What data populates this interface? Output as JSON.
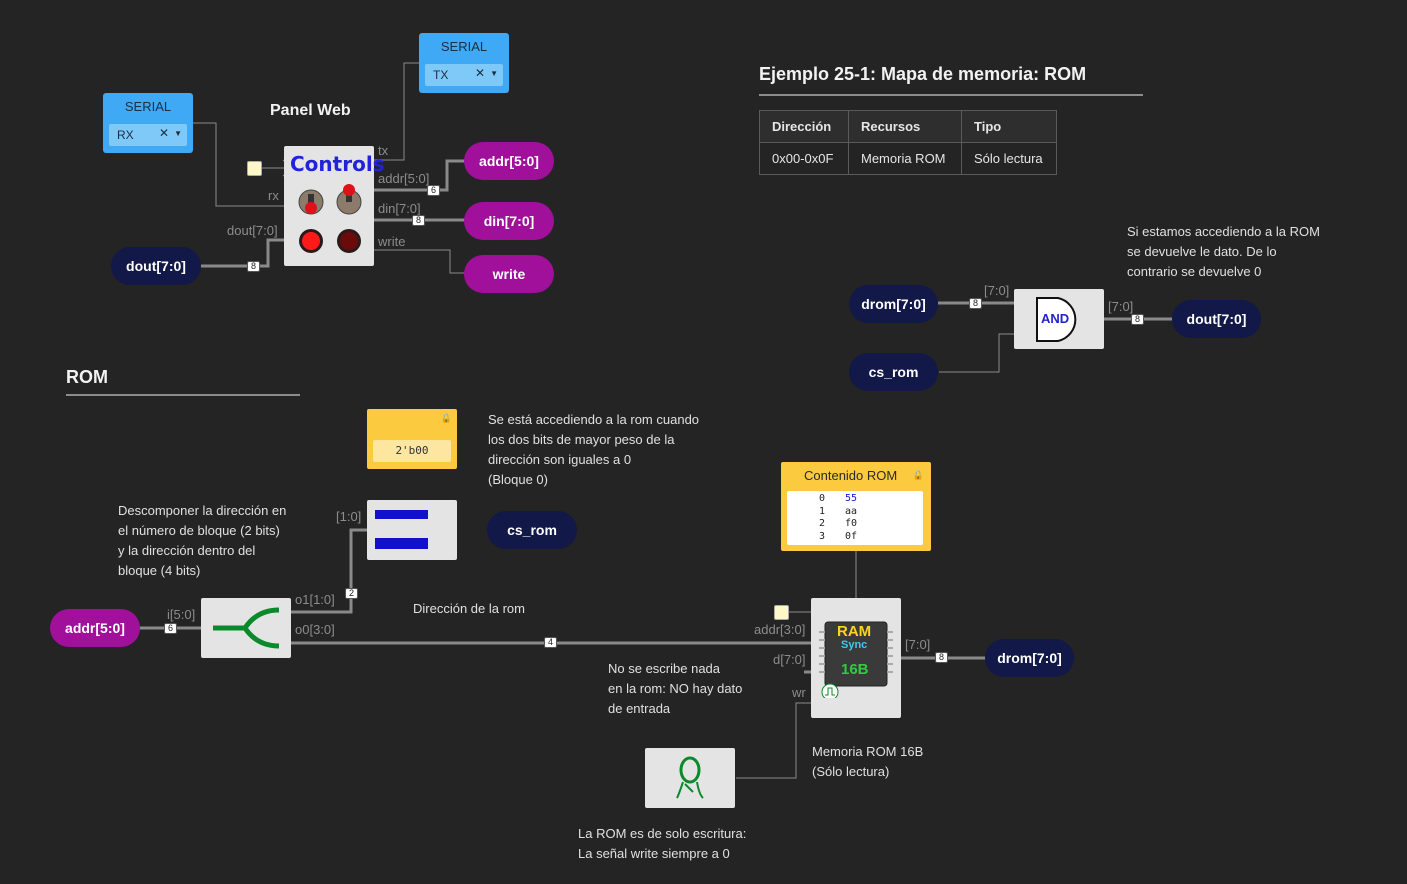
{
  "header": {
    "title": "Ejemplo 25-1: Mapa de memoria: ROM",
    "table": {
      "columns": [
        "Dirección",
        "Recursos",
        "Tipo"
      ],
      "rows": [
        [
          "0x00-0x0F",
          "Memoria ROM",
          "Sólo lectura"
        ]
      ]
    }
  },
  "panel_web": {
    "title": "Panel Web",
    "controls_label": "Controls",
    "serial_rx": {
      "caption": "SERIAL",
      "value": "RX"
    },
    "serial_tx": {
      "caption": "SERIAL",
      "value": "TX"
    },
    "port_labels": {
      "rx": "rx",
      "tx": "tx",
      "addr": "addr[5:0]",
      "din": "din[7:0]",
      "write": "write",
      "dout": "dout[7:0]"
    },
    "pins": {
      "addr": "addr[5:0]",
      "din": "din[7:0]",
      "write": "write",
      "dout": "dout[7:0]"
    },
    "badges": {
      "addr": "6",
      "din": "8",
      "dout": "8"
    }
  },
  "and_section": {
    "note": "Si estamos accediendo a la ROM\nse devuelve le dato. De lo\ncontrario se devuelve 0",
    "gate_label": "AND",
    "in_pin": "drom[7:0]",
    "cs_pin": "cs_rom",
    "out_pin": "dout[7:0]",
    "in_bus_label": "[7:0]",
    "out_bus_label": "[7:0]",
    "in_badge": "8",
    "out_badge": "8"
  },
  "rom_section": {
    "title": "ROM",
    "const_value": "2'b00",
    "compare_note": "Se está accediendo a la rom cuando\nlos dos bits de mayor peso de la\ndirección son iguales a 0\n(Bloque 0)",
    "cs_pin": "cs_rom",
    "split_note": "Descomponer la dirección en\nel número de bloque (2 bits)\ny la dirección dentro del\nbloque (4 bits)",
    "addr_pin": "addr[5:0]",
    "split_labels": {
      "in": "i[5:0]",
      "o1": "o1[1:0]",
      "o0": "o0[3:0]",
      "cmp_in": "[1:0]"
    },
    "badges": {
      "addr": "6",
      "o1": "2",
      "o0": "4",
      "out": "8"
    },
    "addr_note": "Dirección de la rom",
    "no_write_note": "No se escribe nada\nen la rom: NO hay dato\nde entrada",
    "rom_content": {
      "title": "Contenido ROM",
      "lines": [
        [
          "0",
          "55"
        ],
        [
          "1",
          "aa"
        ],
        [
          "2",
          "f0"
        ],
        [
          "3",
          "0f"
        ]
      ]
    },
    "ram_labels": {
      "addr": "addr[3:0]",
      "d": "d[7:0]",
      "wr": "wr",
      "out": "[7:0]"
    },
    "chip": {
      "line1": "RAM",
      "line2": "Sync",
      "line3": "16B"
    },
    "mem_note": "Memoria ROM 16B\n(Sólo lectura)",
    "out_pin": "drom[7:0]",
    "zero_note": "La ROM es de solo escritura:\nLa señal write siempre a 0"
  },
  "colors": {
    "magenta": "#a0109a",
    "navy": "#121848",
    "serial": "#3fa9f5",
    "wire": "#8a8a8a",
    "background": "#242424"
  }
}
